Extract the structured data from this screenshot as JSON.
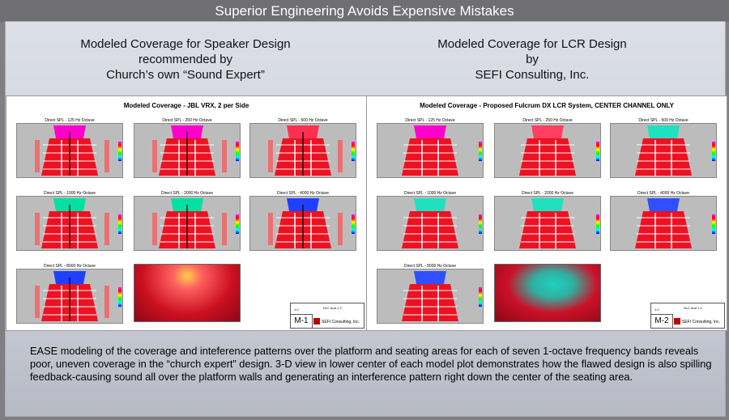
{
  "header_title": "Superior Engineering Avoids Expensive Mistakes",
  "left": {
    "heading_lines": [
      "Modeled Coverage for Speaker Design",
      "recommended by",
      "Church’s own “Sound Expert”"
    ],
    "sheet_title": "Modeled Coverage - JBL VRX, 2 per Side",
    "plot_labels": [
      "Direct SPL - 125 Hz Octave",
      "Direct SPL - 250 Hz Octave",
      "Direct SPL - 500 Hz Octave",
      "Direct SPL - 1000 Hz Octave",
      "Direct SPL - 2000 Hz Octave",
      "Direct SPL - 4000 Hz Octave",
      "Direct SPL - 8000 Hz Octave"
    ],
    "title_block": {
      "version": "1.0",
      "project": "DLC Aud 1.2",
      "sheet_no": "M-1",
      "firm": "SEFI Consulting, Inc."
    }
  },
  "right": {
    "heading_lines": [
      "Modeled Coverage for LCR Design",
      "by",
      "SEFI Consulting, Inc."
    ],
    "sheet_title": "Modeled Coverage - Proposed Fulcrum DX LCR System, CENTER CHANNEL ONLY",
    "plot_labels": [
      "Direct SPL - 125 Hz Octave",
      "Direct SPL - 250 Hz Octave",
      "Direct SPL - 500 Hz Octave",
      "Direct SPL - 1000 Hz Octave",
      "Direct SPL - 2000 Hz Octave",
      "Direct SPL - 4000 Hz Octave",
      "Direct SPL - 8000 Hz Octave"
    ],
    "title_block": {
      "version": "1.0",
      "project": "DLC Aud 1.2",
      "sheet_no": "M-2",
      "firm": "SEFI Consulting, Inc."
    }
  },
  "description": "EASE modeling of the coverage and inteference patterns over the platform and seating areas for each of seven 1-octave frequency bands reveals poor, uneven coverage in the “church expert” design.  3-D view in lower center of each model plot demonstrates how the flawed design is also spilling feedback-causing sound all over the platform walls and generating an interference pattern right down the center of the seating area."
}
